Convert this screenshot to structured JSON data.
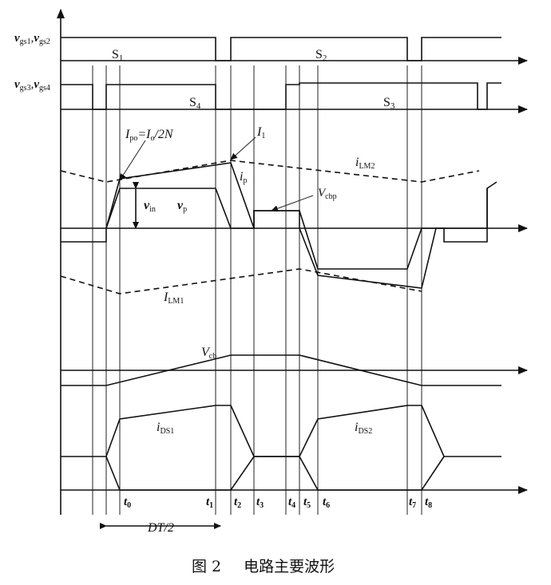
{
  "signals": {
    "vgs12": "v",
    "vgs12_sub": "gs1",
    "vgs12_sep": ",",
    "vgs12_b": "v",
    "vgs12_sub_b": "gs2",
    "vgs34": "v",
    "vgs34_sub": "gs3",
    "vgs34_sep": ",",
    "vgs34_b": "v",
    "vgs34_sub_b": "gs4",
    "s1": "S",
    "s1_sub": "1",
    "s2": "S",
    "s2_sub": "2",
    "s3": "S",
    "s3_sub": "3",
    "s4": "S",
    "s4_sub": "4"
  },
  "labels": {
    "ipo": "I",
    "ipo_sub": "po",
    "ipo_rest": "=I",
    "ipo_sub2": "o",
    "ipo_tail": "/2N",
    "i1": "I",
    "i1_sub": "1",
    "ilm2": "i",
    "ilm2_sub": "LM2",
    "ilm1": "I",
    "ilm1_sub": "LM1",
    "ip": "i",
    "ip_sub": "p",
    "vin": "v",
    "vin_sub": "in",
    "vp": "v",
    "vp_sub": "p",
    "vcbp": "V",
    "vcbp_sub": "cbp",
    "vcb": "V",
    "vcb_sub": "cb",
    "ids1": "i",
    "ids1_sub": "DS1",
    "ids2": "i",
    "ids2_sub": "DS2",
    "dt2": "DT/2"
  },
  "time_labels": [
    {
      "t": "t",
      "sub": "0"
    },
    {
      "t": "t",
      "sub": "1"
    },
    {
      "t": "t",
      "sub": "2"
    },
    {
      "t": "t",
      "sub": "3"
    },
    {
      "t": "t",
      "sub": "4"
    },
    {
      "t": "t",
      "sub": "5"
    },
    {
      "t": "t",
      "sub": "6"
    },
    {
      "t": "t",
      "sub": "7"
    },
    {
      "t": "t",
      "sub": "8"
    }
  ],
  "caption": {
    "number": "图 2",
    "text": "电路主要波形"
  }
}
